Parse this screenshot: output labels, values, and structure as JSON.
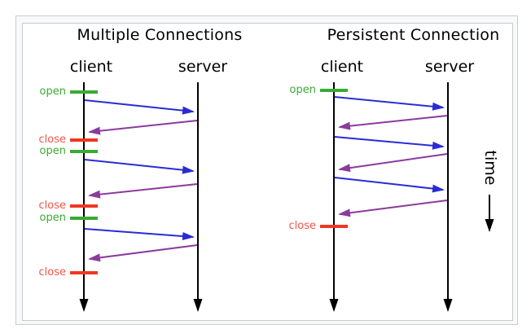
{
  "frame": {
    "outer_border_color": "#c8ccd1",
    "outer_background": "#f8f9fa",
    "image_border_color": "#c9c9c9",
    "image_background": "#ffffff"
  },
  "colors": {
    "open_marker": "#3aaa35",
    "close_tick": "#ef3723",
    "close_text": "#f25449",
    "request_arrow": "#2b2bd5",
    "response_arrow": "#8b3a9e",
    "lifeline": "#000000"
  },
  "diagrams": [
    {
      "title": "Multiple Connections",
      "client_label": "client",
      "server_label": "server",
      "markers": [
        {
          "type": "open",
          "label": "open"
        },
        {
          "type": "close",
          "label": "close"
        },
        {
          "type": "open",
          "label": "open"
        },
        {
          "type": "close",
          "label": "close"
        },
        {
          "type": "open",
          "label": "open"
        },
        {
          "type": "close",
          "label": "close"
        }
      ],
      "request_count": 3,
      "response_count": 3
    },
    {
      "title": "Persistent Connection",
      "client_label": "client",
      "server_label": "server",
      "markers": [
        {
          "type": "open",
          "label": "open"
        },
        {
          "type": "close",
          "label": "close"
        }
      ],
      "request_count": 3,
      "response_count": 3
    }
  ],
  "time_axis": {
    "label": "time"
  }
}
